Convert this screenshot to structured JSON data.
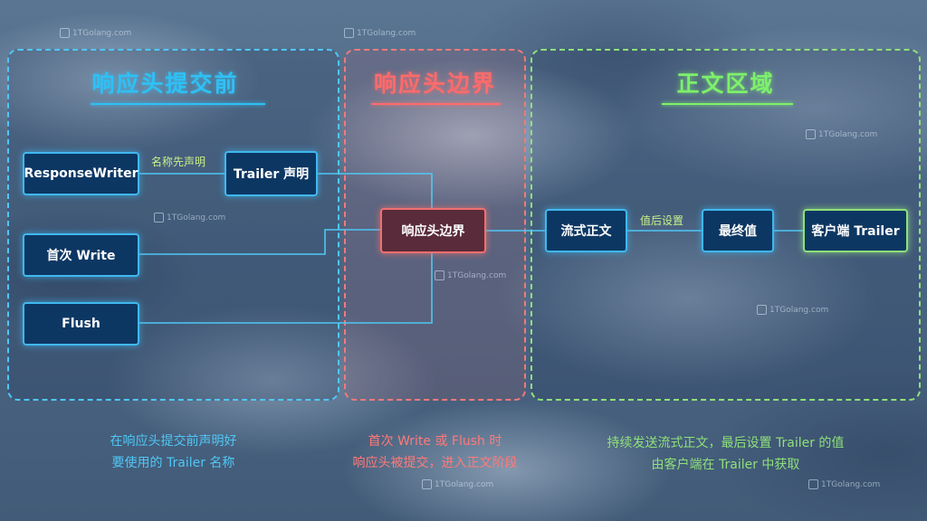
{
  "zones": {
    "left": {
      "title": "响应头提交前",
      "caption": [
        "在响应头提交前声明好",
        "要使用的 Trailer 名称"
      ],
      "color": "#2fc0f5"
    },
    "mid": {
      "title": "响应头边界",
      "caption": [
        "首次 Write 或 Flush 时",
        "响应头被提交，进入正文阶段"
      ],
      "color": "#ff6b6b"
    },
    "right": {
      "title": "正文区域",
      "caption": [
        "持续发送流式正文，最后设置 Trailer 的值",
        "由客户端在 Trailer 中获取"
      ],
      "color": "#7ef06b"
    }
  },
  "nodes": {
    "response_writer": "ResponseWriter",
    "trailer_decl": "Trailer 声明",
    "first_write": "首次 Write",
    "flush": "Flush",
    "header_boundary": "响应头边界",
    "stream_body": "流式正文",
    "final_value": "最终值",
    "client_trailer": "客户端 Trailer"
  },
  "edges": {
    "declare_name_first": "名称先声明",
    "set_value_after": "值后设置"
  },
  "watermark": "1TGolang.com",
  "colors": {
    "node_fill": "#0d3763",
    "node_border": "#3fb8f0",
    "boundary_fill": "#5a2b3a",
    "boundary_border": "#f07070",
    "client_border": "#8fe07a"
  }
}
